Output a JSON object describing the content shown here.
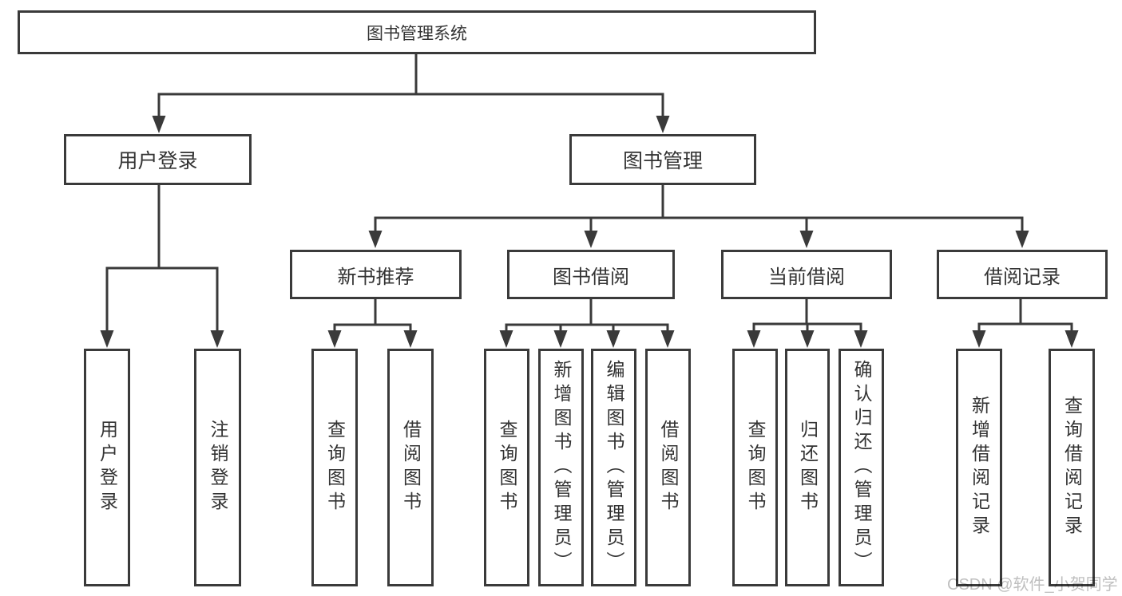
{
  "diagram": {
    "root": {
      "label": "图书管理系统",
      "children": [
        {
          "label": "用户登录",
          "children": [
            {
              "label": "用户登录"
            },
            {
              "label": "注销登录"
            }
          ]
        },
        {
          "label": "图书管理",
          "children": [
            {
              "label": "新书推荐",
              "children": [
                {
                  "label": "查询图书"
                },
                {
                  "label": "借阅图书"
                }
              ]
            },
            {
              "label": "图书借阅",
              "children": [
                {
                  "label": "查询图书"
                },
                {
                  "label": "新增图书（管理员）"
                },
                {
                  "label": "编辑图书（管理员）"
                },
                {
                  "label": "借阅图书"
                }
              ]
            },
            {
              "label": "当前借阅",
              "children": [
                {
                  "label": "查询图书"
                },
                {
                  "label": "归还图书"
                },
                {
                  "label": "确认归还（管理员）"
                }
              ]
            },
            {
              "label": "借阅记录",
              "children": [
                {
                  "label": "新增借阅记录"
                },
                {
                  "label": "查询借阅记录"
                }
              ]
            }
          ]
        }
      ]
    }
  },
  "watermark": {
    "text": "CSDN @软件_小贺同学"
  },
  "colors": {
    "line": "#3a3a3a",
    "node_border": "#3a3a3a",
    "node_text": "#333333",
    "background": "#ffffff",
    "watermark": "#bfbfbf"
  }
}
